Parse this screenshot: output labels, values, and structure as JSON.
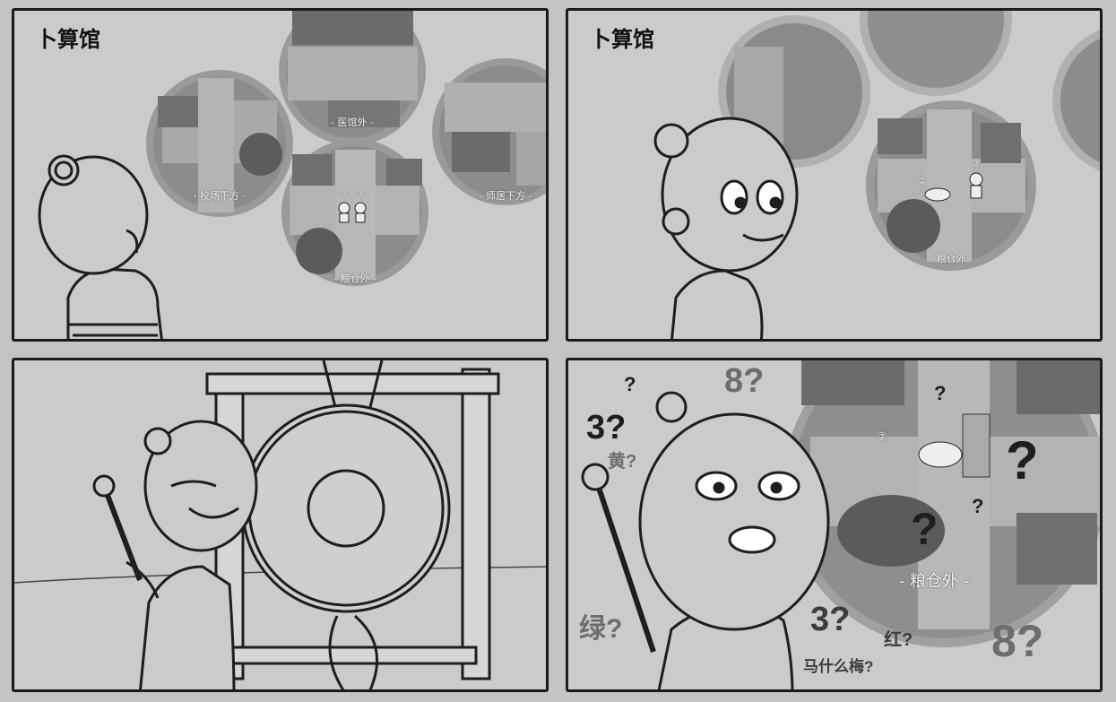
{
  "title": "卜算馆",
  "panel1": {
    "labels": {
      "top": "- 医馆外 -",
      "left": "- 校场下方 -",
      "right": "- 师居下方 -",
      "center": "- 粮仓外 -"
    },
    "markers": [
      "②",
      "③"
    ]
  },
  "panel2": {
    "label": "- 粮仓外 -",
    "markers": [
      "②",
      "③"
    ]
  },
  "panel4": {
    "map_label": "- 粮仓外 -",
    "marker": "②",
    "confusion": {
      "q_small_1": "?",
      "q_3": "3?",
      "q_8_top": "8?",
      "q_huang": "黄?",
      "q_small_map": "?",
      "q_big_1": "?",
      "q_big_2": "?",
      "q_small_map2": "?",
      "q_lv": "绿?",
      "q_3_bottom": "3?",
      "q_hong": "红?",
      "q_8_bottom": "8?",
      "q_phrase": "马什么梅?"
    }
  },
  "colors": {
    "frame": "#1a1a1a",
    "panel_bg": "#cbcbcb",
    "map_ring": "#9a9a9a",
    "map_fill": "#8f8f8f",
    "ink": "#1e1e1e"
  }
}
